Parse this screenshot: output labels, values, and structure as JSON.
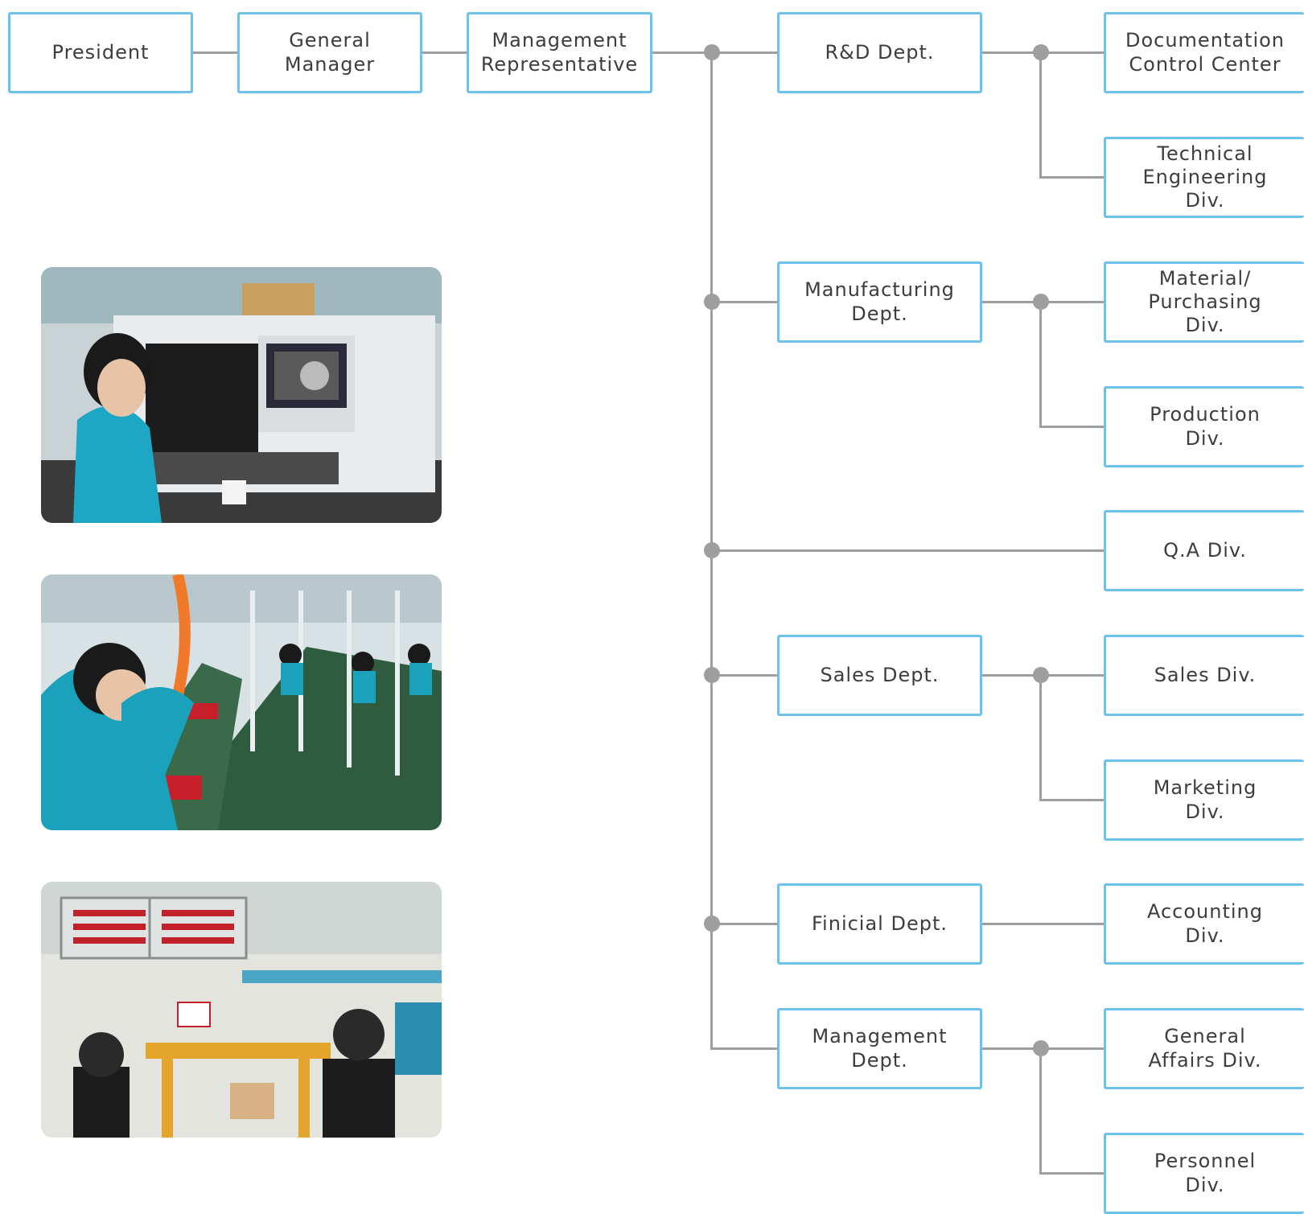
{
  "org": {
    "president": "President",
    "general_manager": "General\nManager",
    "management_rep": "Management\nRepresentative",
    "rd_dept": "R&D Dept.",
    "documentation": "Documentation\nControl Center",
    "technical": "Technical\nEngineering\nDiv.",
    "manufacturing_dept": "Manufacturing\nDept.",
    "material": "Material/\nPurchasing\nDiv.",
    "production": "Production\nDiv.",
    "qa": "Q.A Div.",
    "sales_dept": "Sales Dept.",
    "sales_div": "Sales Div.",
    "marketing": "Marketing\nDiv.",
    "finicial_dept": "Finicial Dept.",
    "accounting": "Accounting\nDiv.",
    "management_dept": "Management\nDept.",
    "general_affairs": "General\nAffairs Div.",
    "personnel": "Personnel\nDiv."
  },
  "colors": {
    "box_border": "#6cc2ec",
    "connector": "#9e9e9e"
  }
}
